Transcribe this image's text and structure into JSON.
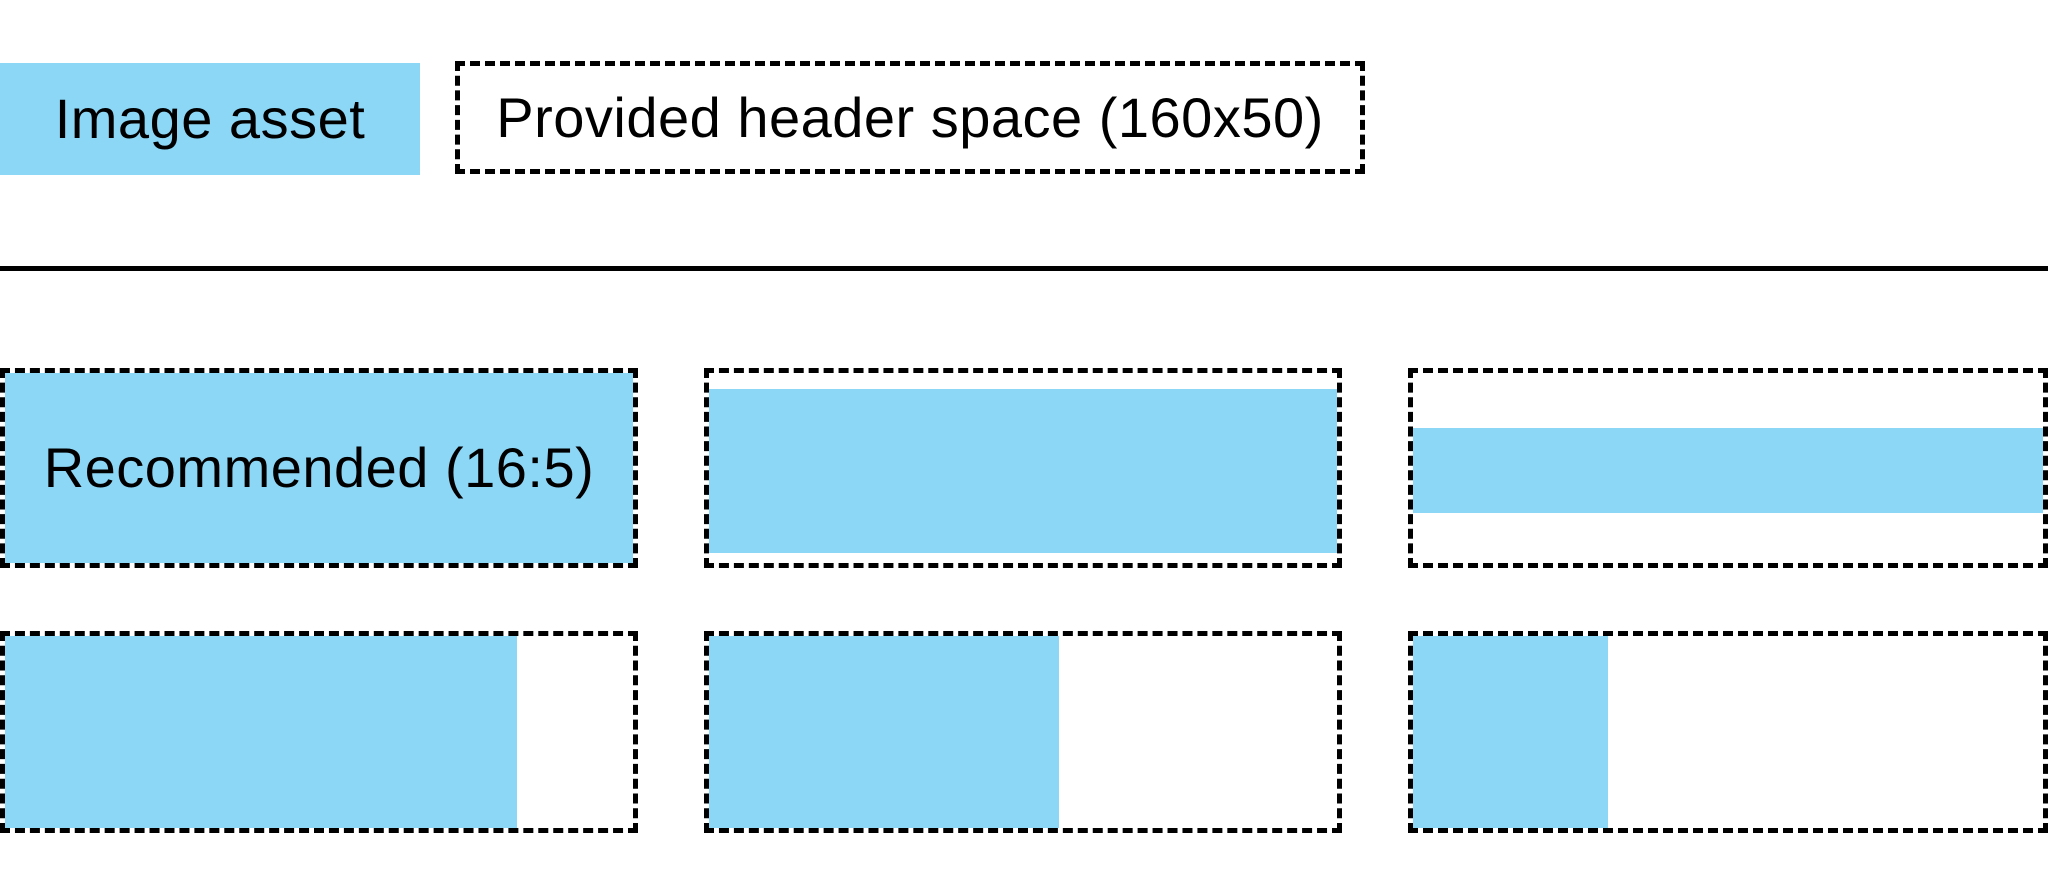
{
  "diagram": {
    "colors": {
      "asset_blue": "#8CD6F6",
      "outline": "#000000",
      "background": "#FFFFFF"
    },
    "legend": {
      "image_asset_label": "Image asset",
      "header_space_label": "Provided header space (160x50)"
    },
    "cells": [
      {
        "mode": "full",
        "label": "Recommended (16:5)"
      },
      {
        "mode": "fit-width",
        "top_gap": 16,
        "bottom_gap": 10
      },
      {
        "mode": "fit-width",
        "top_gap": 55,
        "bottom_gap": 50
      },
      {
        "mode": "fit-height",
        "fill_width": 512
      },
      {
        "mode": "fit-height",
        "fill_width": 350
      },
      {
        "mode": "fit-height",
        "fill_width": 195
      }
    ]
  }
}
